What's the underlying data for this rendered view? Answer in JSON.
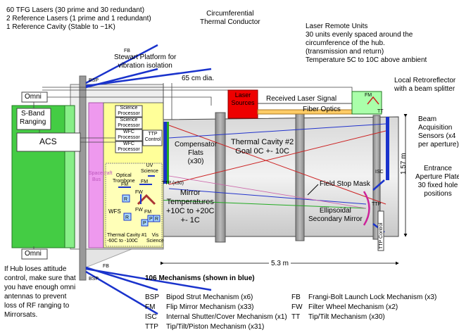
{
  "colors": {
    "ground_station": "#44cc44",
    "spacecraft_bus": "#ee99ee",
    "instrument_panel": "#ffff99",
    "laser_sources": "#ee0000",
    "fiber_optics": "#ffcc66",
    "rr_box": "#aaffaa",
    "mechanism_blue": "#1a33cc",
    "beam_red": "#cc2222",
    "beam_blue": "#2233cc",
    "beam_green": "#22aa22"
  },
  "top_left_notes": [
    "60 TFG Lasers (30 prime and 30 redundant)",
    "2 Reference Lasers (1 prime and 1 redundant)",
    "1 Reference Cavity (Stable to ~1K)"
  ],
  "labels": {
    "circumferential": [
      "Circumferential",
      "Thermal Conductor"
    ],
    "laser_remote_units": [
      "Laser Remote Units",
      "30 units evenly spaced around the",
      "circumference of the hub.",
      "(transmission and return)",
      "Temperature 5C to 10C above ambient"
    ],
    "stewart": [
      "Stewart Platform for",
      "vibration isolation"
    ],
    "dia": "65 cm dia.",
    "local_rr": [
      "Local Retroreflector",
      "with a beam splitter"
    ],
    "laser_sources": [
      "Laser",
      "Sources"
    ],
    "received": "Received Laser Signal",
    "fiber": "Fiber Optics",
    "beam_acq": [
      "Beam",
      "Acquisition",
      "Sensors (x4",
      "per aperture)"
    ],
    "entrance": [
      "Entrance",
      "Aperture Plate",
      "30 fixed hole",
      "positions"
    ],
    "length_vertical": "1.57 m",
    "length_horizontal": "5.3 m",
    "thermal_cavity_2": [
      "Thermal Cavity #2",
      "Goal 0C +- 10C"
    ],
    "compensator": [
      "Compensator",
      "Flats",
      "(x30)"
    ],
    "mirror_temps": [
      "Mirror",
      "Temperatures",
      "+10C to +20C",
      "+- 1C"
    ],
    "field_stop": "Field Stop Mask",
    "ellipsoidal": [
      "Ellipsoidal",
      "Secondary Mirror"
    ],
    "omni": "Omni",
    "sband": [
      "S-Band",
      "Ranging"
    ],
    "acs": "ACS",
    "spacecraft_bus": [
      "Spacecraft",
      "Bus"
    ],
    "processors": [
      [
        "Science",
        "Processor"
      ],
      [
        "Science",
        "Processor"
      ],
      [
        "WFC",
        "Processor"
      ],
      [
        "WFC",
        "Processor"
      ]
    ],
    "ttp_control": [
      "TTP",
      "Control"
    ],
    "ttp_x30": "TTP (x30)",
    "uv_science": [
      "UV",
      "Science"
    ],
    "optical_trombone": [
      "Optical",
      "Trombone"
    ],
    "wfs": "WFS",
    "thermal_cavity_1": [
      "Thermal Cavity #1",
      "-60C to -100C"
    ],
    "vis_science": [
      "Vis",
      "Science"
    ],
    "isc": "ISC",
    "ttp": "TTP",
    "ttp_control_vertical": "TTP Control",
    "fb": "FB",
    "bsp": "BSP",
    "fm": "FM",
    "fw": "FW",
    "tt": "TT",
    "p": "P",
    "r": "R"
  },
  "hub_note": [
    "If Hub loses attitude",
    "control, make sure that",
    "you have enough omni",
    "antennas to prevent",
    "loss of RF ranging to",
    "Mirrorsats."
  ],
  "legend": {
    "title": "106 Mechanisms (shown in blue)",
    "col1": [
      {
        "abbr": "BSP",
        "desc": "Bipod Strut Mechanism (x6)"
      },
      {
        "abbr": "FM",
        "desc": "Flip Mirror Mechanism (x33)"
      },
      {
        "abbr": "ISC",
        "desc": "Internal Shutter/Cover Mechanism (x1)"
      },
      {
        "abbr": "TTP",
        "desc": "Tip/Tilt/Piston Mechanism (x31)"
      }
    ],
    "col2": [
      {
        "abbr": "FB",
        "desc": "Frangi-Bolt Launch Lock Mechanism (x3)"
      },
      {
        "abbr": "FW",
        "desc": "Filter Wheel Mechanism (x2)"
      },
      {
        "abbr": "TT",
        "desc": "Tip/Tilt Mechanism (x30)"
      }
    ]
  }
}
